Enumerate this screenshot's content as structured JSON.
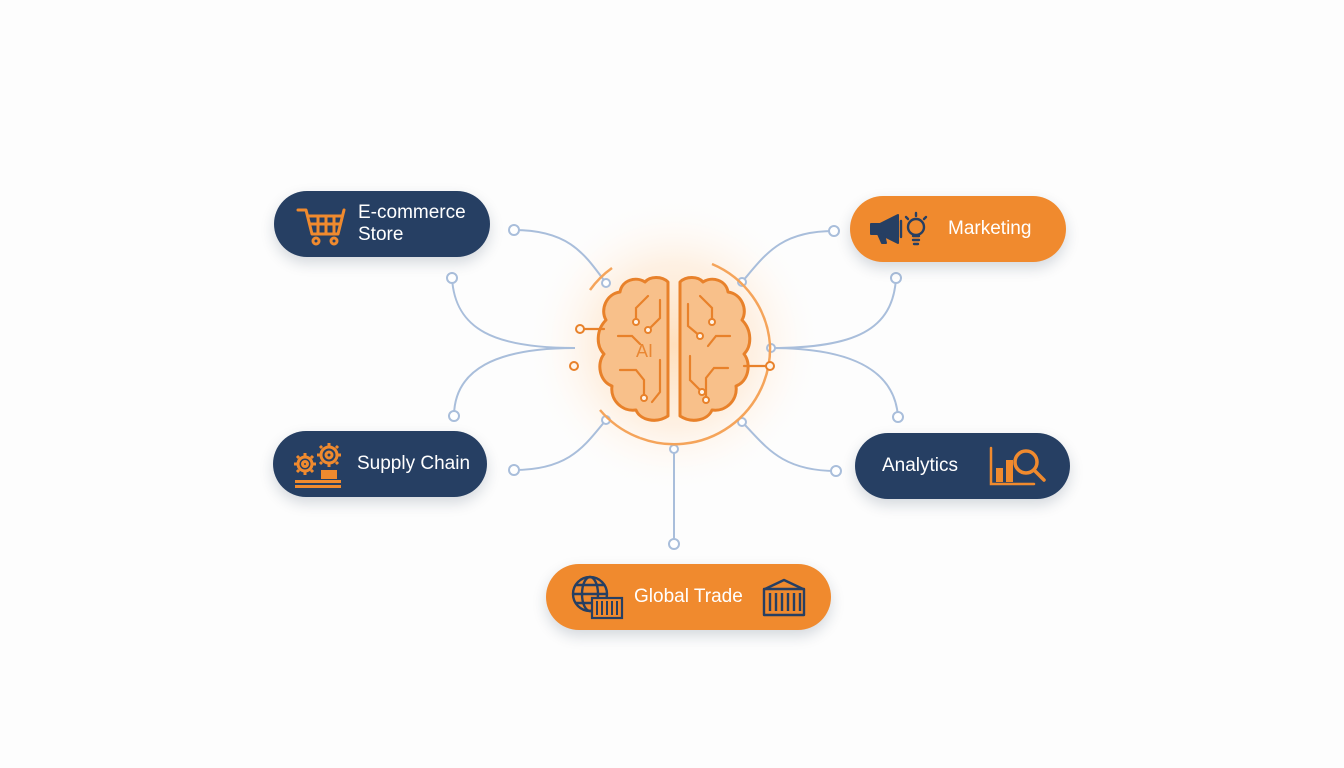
{
  "colors": {
    "navy": "#263f63",
    "orange": "#f08a2e",
    "connector": "#9fb6d6",
    "brain": "#f08a2e"
  },
  "center": {
    "label": "AI",
    "icon": "brain-circuit-icon"
  },
  "nodes": [
    {
      "id": "ecommerce",
      "label": "E-commerce Store",
      "icon": "shopping-cart-icon",
      "style": "navy"
    },
    {
      "id": "marketing",
      "label": "Marketing",
      "icon": "megaphone-lightbulb-icon",
      "style": "orange"
    },
    {
      "id": "supply",
      "label": "Supply Chain",
      "icon": "gears-pallet-icon",
      "style": "navy"
    },
    {
      "id": "analytics",
      "label": "Analytics",
      "icon": "bar-chart-magnifier-icon",
      "style": "navy"
    },
    {
      "id": "trade",
      "label": "Global Trade",
      "icon": "globe-container-icon",
      "style": "orange"
    }
  ]
}
